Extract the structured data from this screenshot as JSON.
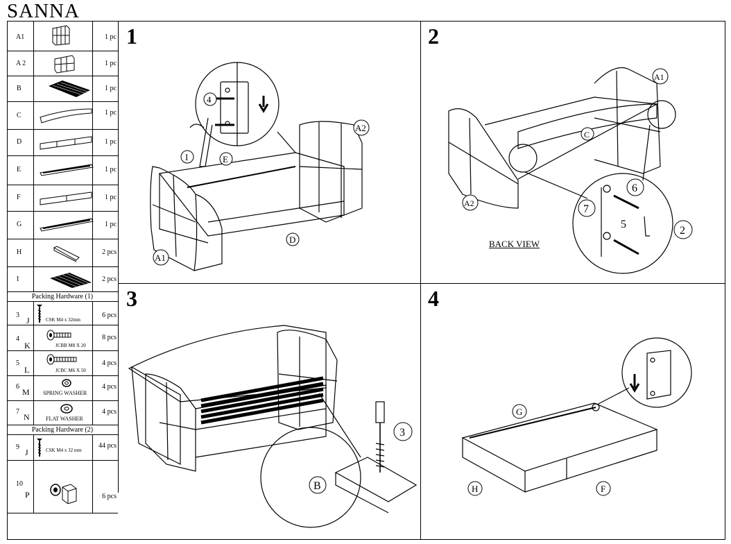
{
  "title": "SANNA",
  "parts": [
    {
      "label": "A1",
      "qty": "1 pc",
      "icon": "headboard-icon"
    },
    {
      "label": "A 2",
      "qty": "1 pc",
      "icon": "footboard-icon"
    },
    {
      "label": "B",
      "qty": "1 pc",
      "icon": "slat-frame-icon"
    },
    {
      "label": "C",
      "qty": "1 pc",
      "icon": "curved-panel-icon"
    },
    {
      "label": "D",
      "qty": "1 pc",
      "icon": "front-rail-icon"
    },
    {
      "label": "E",
      "qty": "1 pc",
      "icon": "side-rail-icon"
    },
    {
      "label": "F",
      "qty": "1 pc",
      "icon": "drawer-front-icon"
    },
    {
      "label": "G",
      "qty": "1 pc",
      "icon": "drawer-rail-icon"
    },
    {
      "label": "H",
      "qty": "2 pcs",
      "icon": "drawer-side-icon"
    },
    {
      "label": "I",
      "qty": "2 pcs",
      "icon": "slats-icon"
    }
  ],
  "hardware1_title": "Packing Hardware (1)",
  "hardware1": [
    {
      "num": "3",
      "letter": "J",
      "desc": "CSK M4 x 32mm",
      "qty": "6 pcs",
      "icon": "screw-icon"
    },
    {
      "num": "4",
      "letter": "K",
      "desc": "JCBB M8 X 20",
      "qty": "8 pcs",
      "icon": "bolt-icon"
    },
    {
      "num": "5",
      "letter": "L",
      "desc": "JCBC M6 X 50",
      "qty": "4 pcs",
      "icon": "bolt-long-icon"
    },
    {
      "num": "6",
      "letter": "M",
      "desc": "SPRING WASHER",
      "qty": "4 pcs",
      "icon": "spring-washer-icon"
    },
    {
      "num": "7",
      "letter": "N",
      "desc": "FLAT WASHER",
      "qty": "4 pcs",
      "icon": "flat-washer-icon"
    }
  ],
  "hardware2_title": "Packing Hardware (2)",
  "hardware2": [
    {
      "num": "9",
      "letter": "J",
      "desc": "CSK M4 x 32 mm",
      "qty": "44 pcs",
      "icon": "screw-icon"
    },
    {
      "num": "10",
      "letter": "P",
      "desc": "",
      "qty": "6 pcs",
      "icon": "caster-icon"
    }
  ],
  "steps": {
    "s1": {
      "number": "1",
      "labels": {
        "i": "I",
        "e": "E",
        "a2": "A2",
        "a1": "A1",
        "d": "D",
        "four": "4"
      }
    },
    "s2": {
      "number": "2",
      "labels": {
        "a1": "A1",
        "c": "C",
        "a2": "A2",
        "six": "6",
        "seven": "7",
        "five": "5",
        "two": "2"
      },
      "back_view": "BACK VIEW"
    },
    "s3": {
      "number": "3",
      "labels": {
        "three": "3",
        "b": "B"
      }
    },
    "s4": {
      "number": "4",
      "labels": {
        "g": "G",
        "h": "H",
        "f": "F"
      }
    }
  }
}
